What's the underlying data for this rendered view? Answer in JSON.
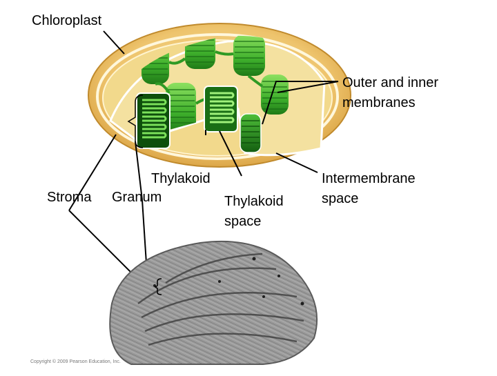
{
  "labels": {
    "chloroplast": "Chloroplast",
    "outer_inner_1": "Outer and inner",
    "outer_inner_2": "membranes",
    "thylakoid": "Thylakoid",
    "stroma": "Stroma",
    "granum": "Granum",
    "thylakoid_space_1": "Thylakoid",
    "thylakoid_space_2": "space",
    "intermembrane_1": "Intermembrane",
    "intermembrane_2": "space"
  },
  "copyright": "Copyright © 2009 Pearson Education, Inc.",
  "colors": {
    "envelope_outer": "#e8b85a",
    "envelope_inner": "#f6e7b5",
    "stroma": "#f3dd93",
    "grana_light": "#6fd24a",
    "grana_dark": "#1f8a1a",
    "micrograph": "#8a8a8a"
  }
}
